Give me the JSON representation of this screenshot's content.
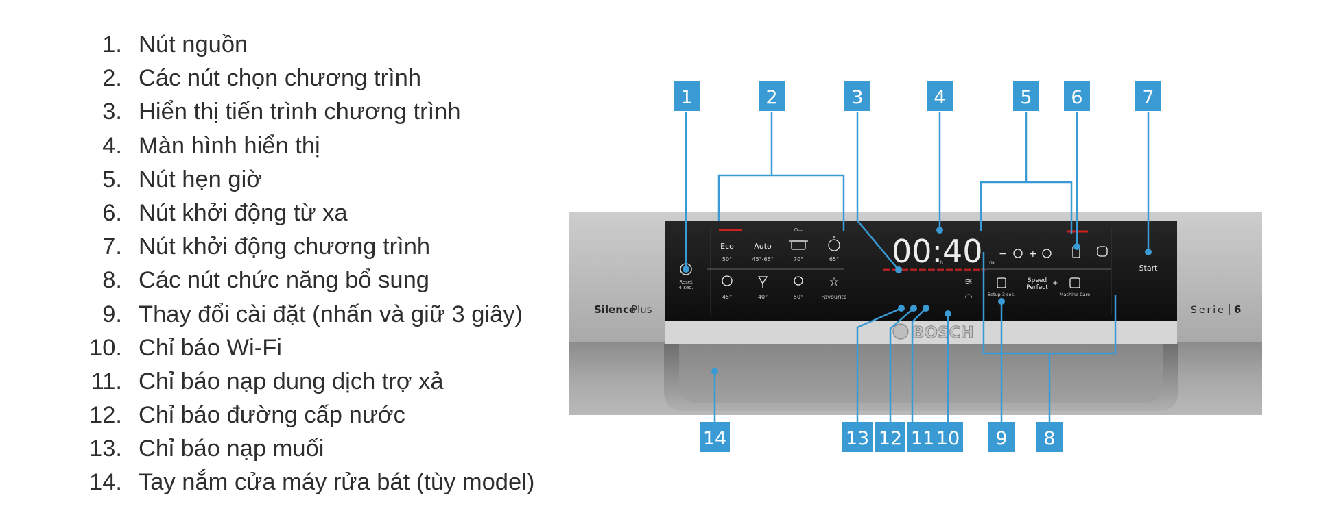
{
  "legend": [
    {
      "num": "1.",
      "text": "Nút nguồn"
    },
    {
      "num": "2.",
      "text": "Các nút chọn chương trình"
    },
    {
      "num": "3.",
      "text": "Hiển thị tiến trình chương trình"
    },
    {
      "num": "4.",
      "text": "Màn hình hiển thị"
    },
    {
      "num": "5.",
      "text": "Nút hẹn giờ"
    },
    {
      "num": "6.",
      "text": "Nút khởi động từ xa"
    },
    {
      "num": "7.",
      "text": "Nút khởi động chương trình"
    },
    {
      "num": "8.",
      "text": "Các nút chức năng bổ sung"
    },
    {
      "num": "9.",
      "text": "Thay đổi cài đặt (nhấn và giữ 3 giây)"
    },
    {
      "num": "10.",
      "text": "Chỉ báo Wi-Fi"
    },
    {
      "num": "11.",
      "text": "Chỉ báo nạp dung dịch trợ xả"
    },
    {
      "num": "12.",
      "text": "Chỉ báo đường cấp nước"
    },
    {
      "num": "13.",
      "text": "Chỉ báo nạp muối"
    },
    {
      "num": "14.",
      "text": "Tay nắm cửa máy rửa bát (tùy model)"
    }
  ],
  "callouts": {
    "c1": "1",
    "c2": "2",
    "c3": "3",
    "c4": "4",
    "c5": "5",
    "c6": "6",
    "c7": "7",
    "c8": "8",
    "c9": "9",
    "c10": "10",
    "c11": "11",
    "c12": "12",
    "c13": "13",
    "c14": "14"
  },
  "panel": {
    "brand_left_bold": "Silence",
    "brand_left_light": "Plus",
    "brand_right_text": "Serie",
    "brand_right_num": "6",
    "logo": "BOSCH",
    "reset_label": "Reset",
    "reset_sub": "4 sec.",
    "programs_top": [
      {
        "name": "Eco",
        "temp": "50°"
      },
      {
        "name": "Auto",
        "temp": "45°-65°"
      },
      {
        "name": "",
        "temp": "70°"
      },
      {
        "name": "",
        "temp": "65°"
      }
    ],
    "programs_bottom": [
      {
        "name": "",
        "temp": "45°"
      },
      {
        "name": "",
        "temp": "40°"
      },
      {
        "name": "",
        "temp": "50°"
      },
      {
        "name": "Favourite",
        "temp": ""
      }
    ],
    "display_time": "00:40",
    "display_h": "h",
    "display_m": "m",
    "timer_minus": "−",
    "timer_plus": "+",
    "setup_label": "Setup 3 sec.",
    "speed_label1": "Speed",
    "speed_label2": "Perfect",
    "speed_plus": "+",
    "machine_care_label": "Machine Care",
    "start_label": "Start"
  },
  "colors": {
    "callout_bg": "#3a9ad3",
    "panel_black": "#151515",
    "steel": "#b7b7b7",
    "display_white": "#ededed",
    "red_led": "#d02020"
  },
  "icons": [
    "power-icon",
    "eco-program",
    "auto-program",
    "pot-icon",
    "stopwatch-icon",
    "timer-half-icon",
    "glass-icon",
    "quick-icon",
    "star-icon",
    "steam-icon",
    "wifi-icon",
    "phone-remote-icon",
    "hand-icon",
    "setup-icon",
    "machine-care-icon",
    "clock-icon"
  ]
}
